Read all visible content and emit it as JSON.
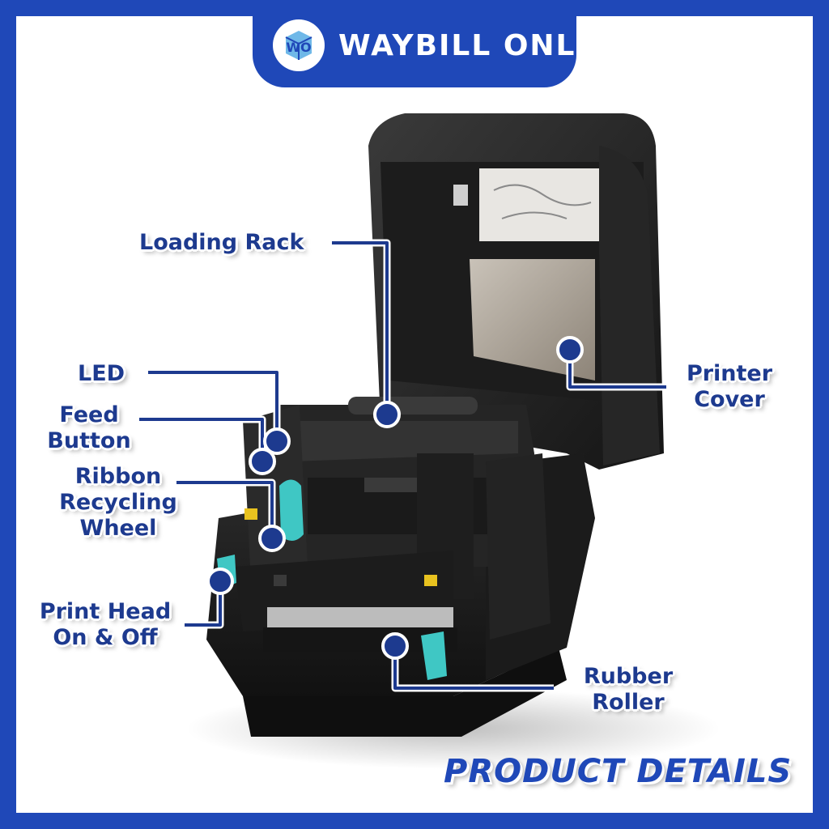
{
  "brand": {
    "name": "WAYBILL ONLINE",
    "logo_icon": "wo-cube-logo-icon",
    "colors": {
      "primary": "#1f48b8",
      "label_text": "#1d3a8f",
      "callout_line": "#1d3a8f",
      "accent_teal": "#3fc7c4"
    }
  },
  "labels": {
    "loading_rack": "Loading Rack",
    "led": "LED",
    "feed_button": [
      "Feed",
      "Button"
    ],
    "ribbon_recycling_wheel": [
      "Ribbon",
      "Recycling",
      "Wheel"
    ],
    "print_head": [
      "Print Head",
      "On & Off"
    ],
    "printer_cover": [
      "Printer",
      "Cover"
    ],
    "rubber_roller": [
      "Rubber",
      "Roller"
    ]
  },
  "footer": {
    "title": "PRODUCT DETAILS"
  }
}
